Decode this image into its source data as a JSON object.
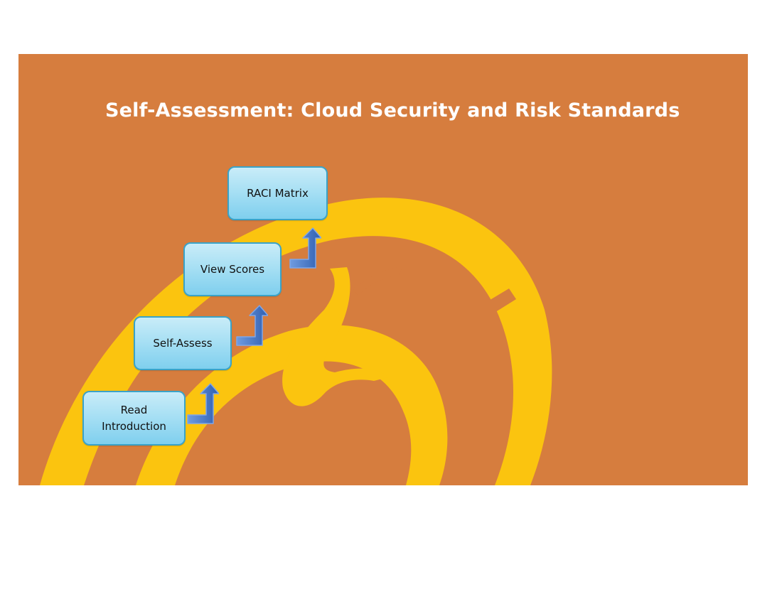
{
  "banner": {
    "title": "Self-Assessment: Cloud Security and Risk Standards",
    "background_color": "#d67d3e",
    "logo_color": "#fbc40f"
  },
  "steps": [
    {
      "id": "read-introduction",
      "label_line1": "Read",
      "label_line2": "Introduction"
    },
    {
      "id": "self-assess",
      "label": "Self-Assess"
    },
    {
      "id": "view-scores",
      "label": "View Scores"
    },
    {
      "id": "raci-matrix",
      "label": "RACI Matrix"
    }
  ],
  "icons": {
    "step_arrow": "up-arrow-icon",
    "background_logo": "spiral-logo"
  }
}
